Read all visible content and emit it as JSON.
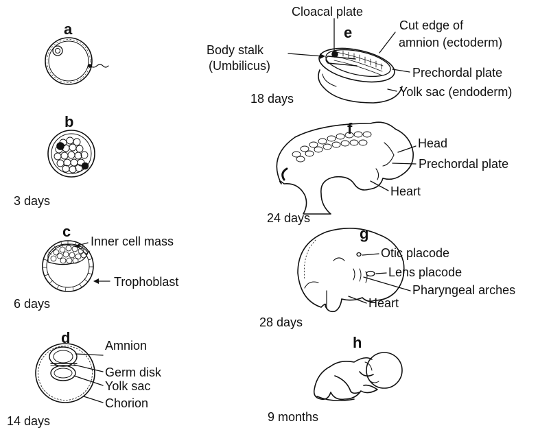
{
  "panels": {
    "a": {
      "letter": "a"
    },
    "b": {
      "letter": "b",
      "age": "3 days"
    },
    "c": {
      "letter": "c",
      "age": "6 days",
      "labels": {
        "inner_cell_mass": "Inner cell mass",
        "trophoblast": "Trophoblast"
      }
    },
    "d": {
      "letter": "d",
      "age": "14 days",
      "labels": {
        "amnion": "Amnion",
        "germ_disk": "Germ disk",
        "yolk_sac": "Yolk sac",
        "chorion": "Chorion"
      }
    },
    "e": {
      "letter": "e",
      "age": "18 days",
      "labels": {
        "cloacal_plate": "Cloacal plate",
        "body_stalk_1": "Body stalk",
        "body_stalk_2": "(Umbilicus)",
        "cut_edge_1": "Cut edge of",
        "cut_edge_2": "amnion (ectoderm)",
        "prechordal_plate": "Prechordal plate",
        "yolk_sac": "Yolk sac (endoderm)"
      }
    },
    "f": {
      "letter": "f",
      "age": "24 days",
      "labels": {
        "head": "Head",
        "prechordal_plate": "Prechordal plate",
        "heart": "Heart"
      }
    },
    "g": {
      "letter": "g",
      "age": "28 days",
      "labels": {
        "otic_placode": "Otic placode",
        "lens_placode": "Lens placode",
        "pharyngeal_arches": "Pharyngeal arches",
        "heart": "Heart"
      }
    },
    "h": {
      "letter": "h",
      "age": "9 months"
    }
  },
  "colors": {
    "ink": "#111111",
    "background": "#ffffff"
  }
}
